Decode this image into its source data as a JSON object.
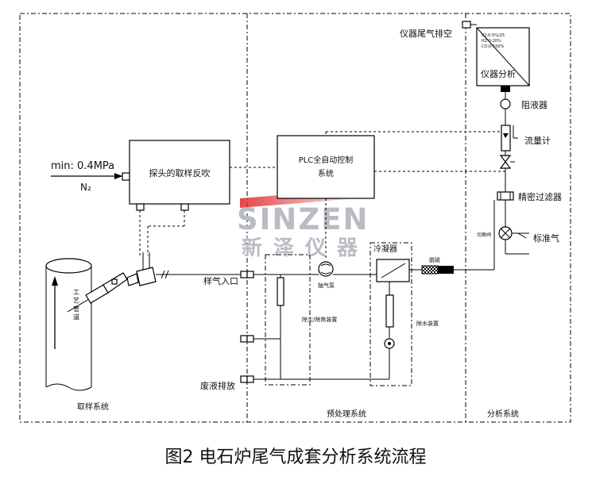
{
  "sections": {
    "sampling": "取样系统",
    "pretreatment": "预处理系统",
    "analysis": "分析系统"
  },
  "components": {
    "probe_blowback": "探头的取样反吹",
    "plc": "PLC全自动控制系统",
    "analyzer": "仪器分析",
    "analyzer_readout": [
      "02:0-5%/25",
      "H2:0-20%",
      "CO:0-100%"
    ],
    "exhaust_vent": "仪器尾气排空",
    "liquid_blocker": "阻液器",
    "flowmeter": "流量计",
    "precision_filter": "精密过滤器",
    "standard_gas": "标准气",
    "switch_valve": "切换阀",
    "condenser": "冷凝器",
    "desulfurizer": "脱硫",
    "pump": "抽气泵",
    "dust_removal": "除尘/除焦装置",
    "water_removal": "除水装置",
    "sample_inlet": "样气入口",
    "drain": "废液排放",
    "pipeline": "工 艺 管 道",
    "pressure": "min: 0.4MPa",
    "nitrogen": "N₂"
  },
  "watermark": {
    "brand": "SINZEN",
    "cn": "新泽仪器"
  },
  "caption": "图2  电石炉尾气成套分析系统流程",
  "colors": {
    "line": "#000000",
    "watermark": "#b9bcc3",
    "red_accent": "#e0262a"
  }
}
